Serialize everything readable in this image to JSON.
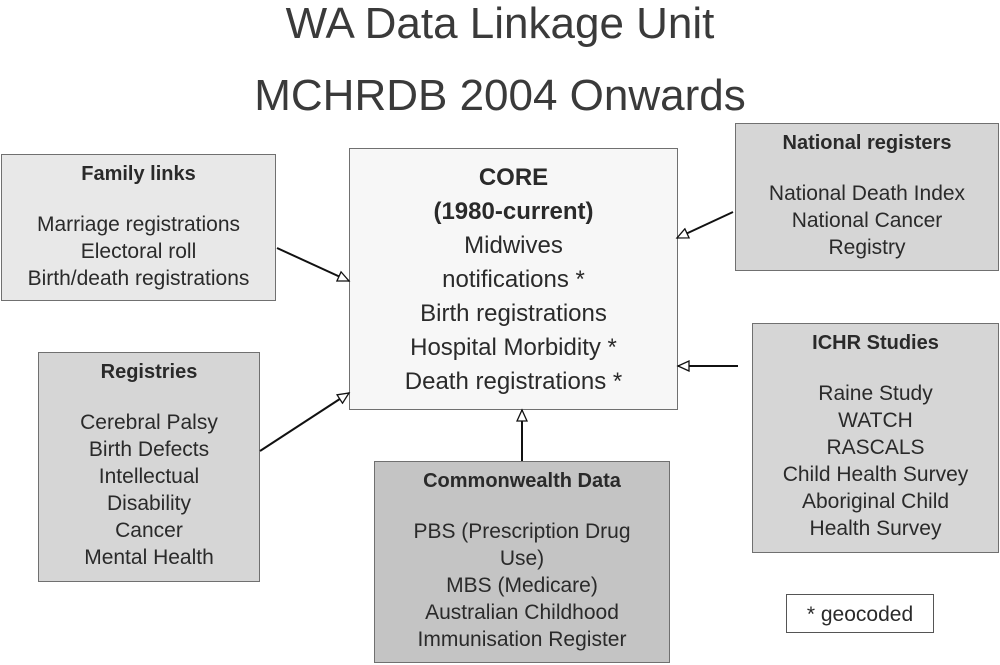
{
  "title": {
    "line1": "WA Data Linkage Unit",
    "line2": "MCHRDB 2004 Onwards"
  },
  "core": {
    "heading1": "CORE",
    "heading2": "(1980-current)",
    "items": [
      "Midwives",
      "notifications  *",
      "Birth registrations",
      "Hospital Morbidity   *",
      "Death registrations   *"
    ]
  },
  "family_links": {
    "heading": "Family links",
    "items": [
      "Marriage registrations",
      "Electoral roll",
      "Birth/death registrations"
    ]
  },
  "registries": {
    "heading": "Registries",
    "items": [
      "Cerebral Palsy",
      "Birth Defects",
      "Intellectual",
      "Disability",
      "Cancer",
      "Mental Health"
    ]
  },
  "national_registers": {
    "heading": "National registers",
    "items": [
      "National Death Index",
      "National Cancer",
      "Registry"
    ]
  },
  "ichr_studies": {
    "heading": "ICHR Studies",
    "items": [
      "Raine  Study",
      "WATCH",
      "RASCALS",
      "Child Health Survey",
      "Aboriginal Child",
      "Health Survey"
    ]
  },
  "commonwealth_data": {
    "heading": "Commonwealth Data",
    "items": [
      "PBS (Prescription Drug",
      "Use)",
      "MBS (Medicare)",
      "Australian Childhood",
      "Immunisation Register"
    ]
  },
  "legend": {
    "text": "* geocoded"
  },
  "colors": {
    "light_box": "#e8e8e8",
    "mid_box": "#d6d6d6",
    "dark_box": "#c4c4c4",
    "core_box": "#f7f7f7"
  }
}
